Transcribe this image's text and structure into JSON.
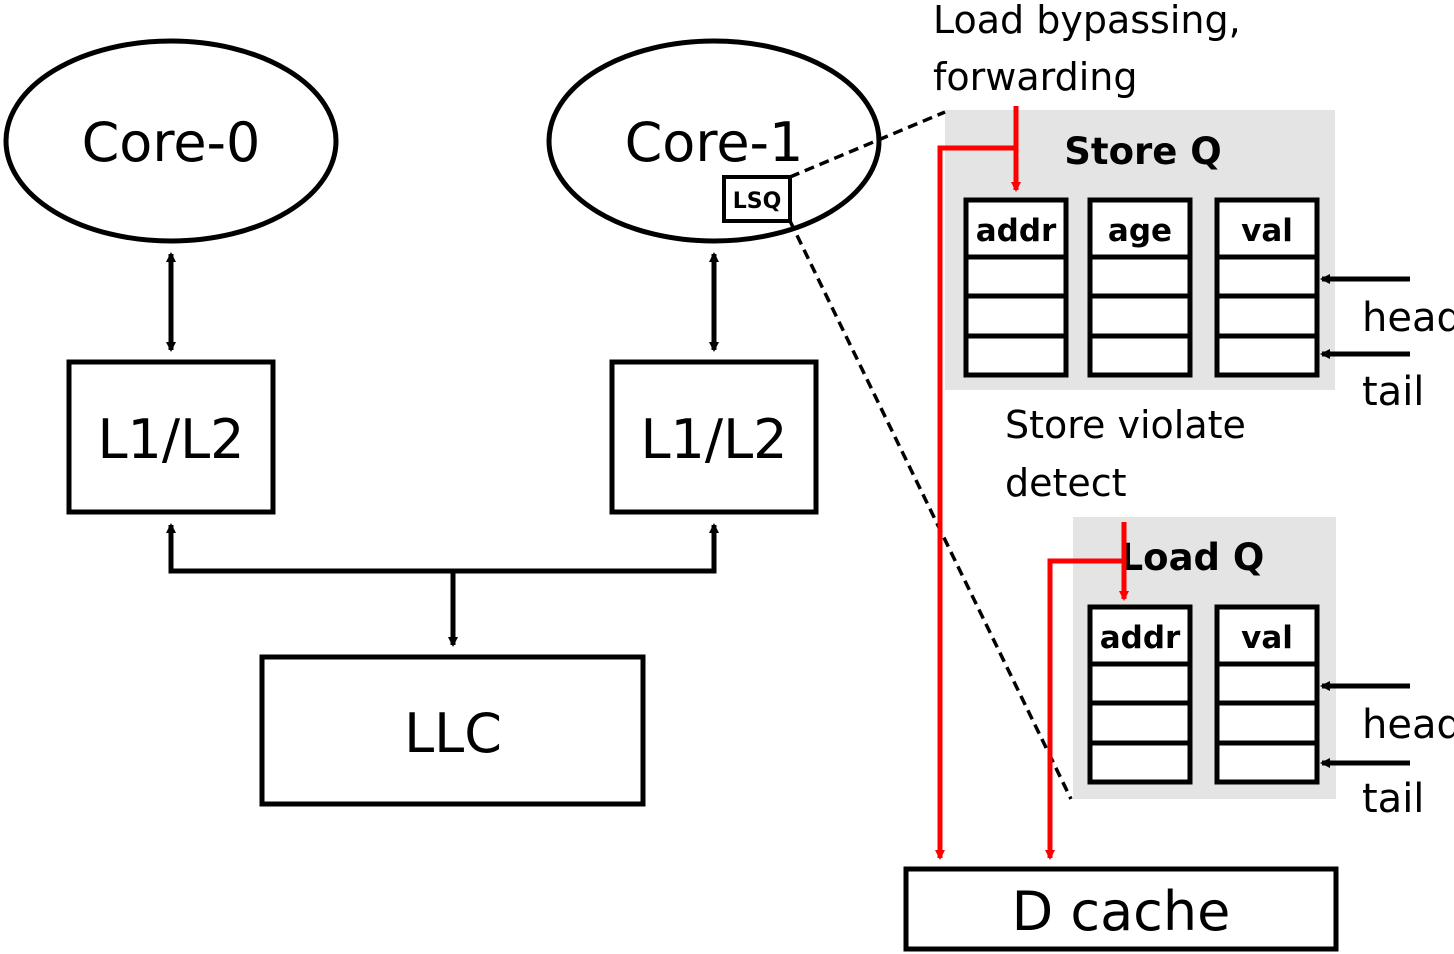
{
  "cores": [
    {
      "label": "Core-0",
      "cache_label": "L1/L2"
    },
    {
      "label": "Core-1",
      "cache_label": "L1/L2",
      "lsq_label": "LSQ"
    }
  ],
  "llc_label": "LLC",
  "dcache_label": "D cache",
  "store_q": {
    "title": "Store Q",
    "columns": [
      "addr",
      "age",
      "val"
    ],
    "head_label": "head",
    "tail_label": "tail"
  },
  "load_q": {
    "title": "Load Q",
    "columns": [
      "addr",
      "val"
    ],
    "head_label": "head",
    "tail_label": "tail"
  },
  "annotations": {
    "bypass_line1": "Load bypassing,",
    "bypass_line2": "forwarding",
    "violate_line1": "Store violate",
    "violate_line2": "detect"
  },
  "colors": {
    "line": "#000000",
    "highlight_path": "#ff0000",
    "queue_background": "#e4e4e4"
  }
}
